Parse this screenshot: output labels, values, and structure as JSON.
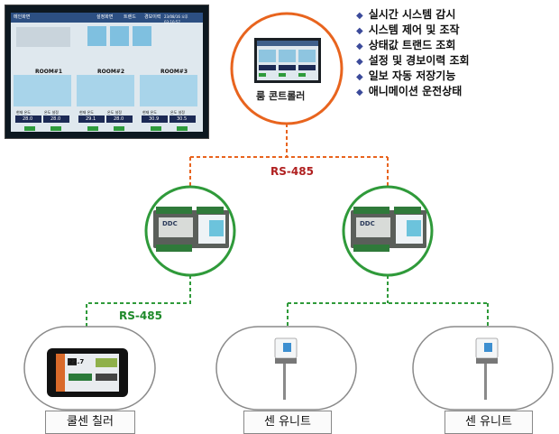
{
  "panel": {
    "tabs": [
      "메인화면",
      "설정화면",
      "트렌드",
      "경보이력"
    ],
    "datetime": "23/08/16 오후 03:10:57",
    "rooms": [
      {
        "name": "ROOM#1",
        "current_label": "현재 온도",
        "set_label": "온도 설정",
        "current": "28.0",
        "set": "28.0"
      },
      {
        "name": "ROOM#2",
        "current_label": "현재 온도",
        "set_label": "온도 설정",
        "current": "29.1",
        "set": "28.0"
      },
      {
        "name": "ROOM#3",
        "current_label": "현재 온도",
        "set_label": "온도 설정",
        "current": "30.9",
        "set": "30.5"
      }
    ]
  },
  "features": [
    "실시간 시스템 감시",
    "시스템 제어 및 조작",
    "상태값 트랜드 조회",
    "설정 및 경보이력 조회",
    "일보 자동 저장기능",
    "애니메이션 운전상태"
  ],
  "room_controller": {
    "label": "룸 콘트롤러"
  },
  "ddc": {
    "brand": "DDC"
  },
  "links": {
    "upper": "RS-485",
    "lower": "RS-485"
  },
  "devices": [
    {
      "label": "쿨센 칠러",
      "display": "22.7"
    },
    {
      "label": "센 유니트"
    },
    {
      "label": "센 유니트"
    }
  ],
  "colors": {
    "orange": "#e8641e",
    "green": "#2f9a3a",
    "upper_link": "#b02020",
    "lower_link": "#1e8a2a"
  }
}
